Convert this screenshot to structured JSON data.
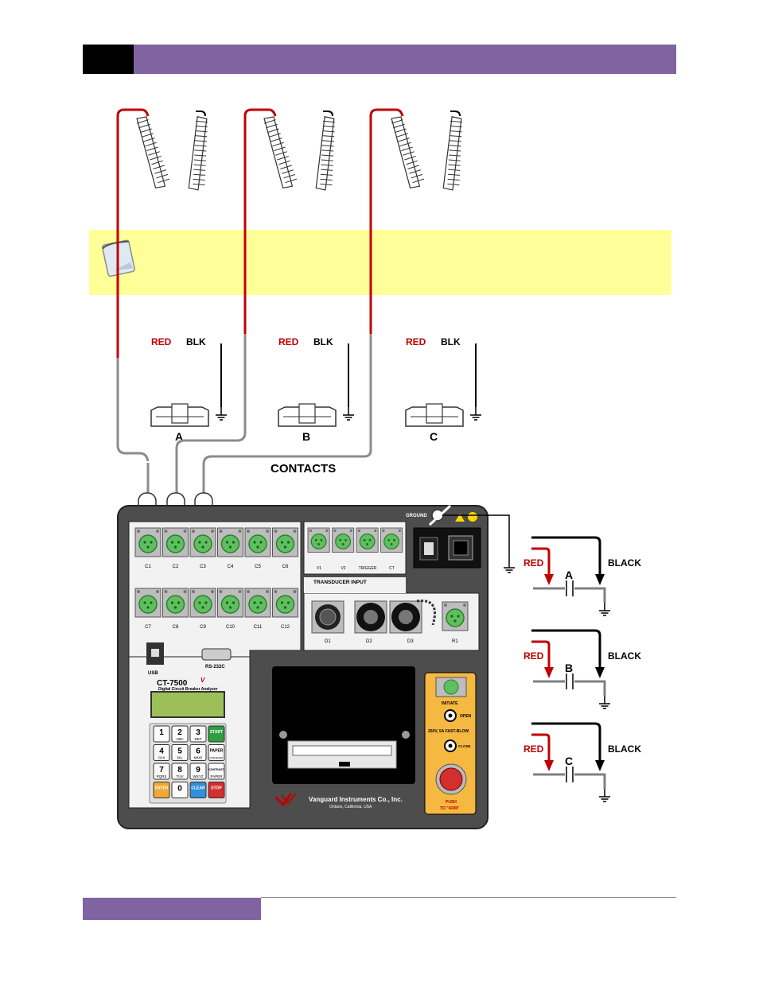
{
  "breakers": [
    {
      "id": "A",
      "red": "RED",
      "blk": "BLK"
    },
    {
      "id": "B",
      "red": "RED",
      "blk": "BLK"
    },
    {
      "id": "C",
      "red": "RED",
      "blk": "BLK"
    }
  ],
  "contacts_label": "CONTACTS",
  "ground_label": "GROUND",
  "contact_channels": [
    "C1",
    "C2",
    "C3",
    "C4",
    "C5",
    "C6",
    "C7",
    "C8",
    "C9",
    "C10",
    "C11",
    "C12"
  ],
  "voltage_channels": [
    "V1",
    "V2",
    "TRIGGER",
    "CT"
  ],
  "transducer": {
    "title": "TRANSDUCER INPUT",
    "ports": [
      "D1",
      "D2",
      "D3",
      "R1"
    ]
  },
  "comm": {
    "usb": "USB",
    "rs232": "RS-232C"
  },
  "device": {
    "model": "CT-7500",
    "subtitle": "Digital Circuit Breaker Analyzer"
  },
  "keypad": {
    "keys": [
      {
        "main": "1",
        "sub": ""
      },
      {
        "main": "2",
        "sub": "ABC"
      },
      {
        "main": "3",
        "sub": "DEF"
      },
      {
        "main": "START",
        "sub": ""
      },
      {
        "main": "4",
        "sub": "GHI"
      },
      {
        "main": "5",
        "sub": "JKL"
      },
      {
        "main": "6",
        "sub": "MNO"
      },
      {
        "main": "PAPER",
        "sub": "CONTRAST"
      },
      {
        "main": "7",
        "sub": "PQRS"
      },
      {
        "main": "8",
        "sub": "TUV"
      },
      {
        "main": "9",
        "sub": "WXYZ"
      },
      {
        "main": "CONTRAST",
        "sub": "PAPER"
      },
      {
        "main": "ENTER",
        "sub": ""
      },
      {
        "main": "0",
        "sub": ""
      },
      {
        "main": "CLEAR",
        "sub": ""
      },
      {
        "main": "STOP",
        "sub": ""
      }
    ]
  },
  "brand": {
    "name": "Vanguard Instruments Co., Inc.",
    "location": "Ontario, California, USA"
  },
  "initiate": {
    "label": "INITIATE",
    "open": "OPEN",
    "fuse": "250V, 5A FAST-BLOW",
    "close": "CLOSE",
    "push": "PUSH",
    "arm": "TO \"ARM\""
  },
  "schematics": [
    {
      "id": "A",
      "red": "RED",
      "black": "BLACK"
    },
    {
      "id": "B",
      "red": "RED",
      "black": "BLACK"
    },
    {
      "id": "C",
      "red": "RED",
      "black": "BLACK"
    }
  ],
  "colors": {
    "header_purple": "#8064a2",
    "note_yellow": "#ffff99",
    "lead_red": "#c00000",
    "panel_gray": "#4d4d4d",
    "connector_green": "#5fbf5f"
  }
}
